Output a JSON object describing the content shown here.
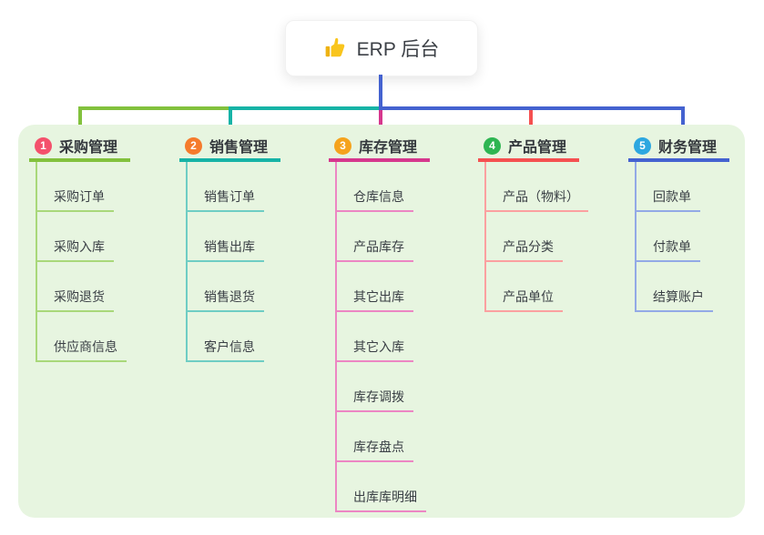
{
  "colors": {
    "canvas_bg": "#ffffff",
    "panel_bg": "#e7f5e0",
    "root_connector": "#4462d0"
  },
  "root": {
    "icon": "thumbs-up-icon",
    "title": "ERP 后台"
  },
  "branches": [
    {
      "number": "1",
      "title": "采购管理",
      "badge_color": "#f4516c",
      "line_color": "#82c13d",
      "child_line_color": "#a9d87a",
      "children": [
        "采购订单",
        "采购入库",
        "采购退货",
        "供应商信息"
      ]
    },
    {
      "number": "2",
      "title": "销售管理",
      "badge_color": "#f57b2c",
      "line_color": "#16b3a6",
      "child_line_color": "#6fcdc4",
      "children": [
        "销售订单",
        "销售出库",
        "销售退货",
        "客户信息"
      ]
    },
    {
      "number": "3",
      "title": "库存管理",
      "badge_color": "#f5a31d",
      "line_color": "#d6378d",
      "child_line_color": "#ec86c3",
      "children": [
        "仓库信息",
        "产品库存",
        "其它出库",
        "其它入库",
        "库存调拨",
        "库存盘点",
        "出库库明细"
      ]
    },
    {
      "number": "4",
      "title": "产品管理",
      "badge_color": "#2eb552",
      "line_color": "#f55050",
      "child_line_color": "#fba0a0",
      "children": [
        "产品（物料）",
        "产品分类",
        "产品单位"
      ]
    },
    {
      "number": "5",
      "title": "财务管理",
      "badge_color": "#2ca7e0",
      "line_color": "#4462d0",
      "child_line_color": "#93a9e6",
      "children": [
        "回款单",
        "付款单",
        "结算账户"
      ]
    }
  ]
}
